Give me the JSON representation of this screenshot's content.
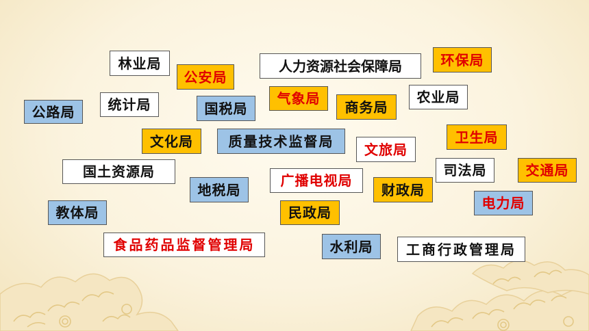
{
  "slide": {
    "labels": [
      "林业局",
      "公安局",
      "人力资源社会保障局",
      "环保局",
      "公路局",
      "统计局",
      "国税局",
      "气象局",
      "商务局",
      "农业局",
      "文化局",
      "质量技术监督局",
      "文旅局",
      "卫生局",
      "国土资源局",
      "广播电视局",
      "司法局",
      "交通局",
      "地税局",
      "财政局",
      "教体局",
      "民政局",
      "电力局",
      "食品药品监督管理局",
      "水利局",
      "工商行政管理局"
    ]
  },
  "colors": {
    "background": "#FBF3DE",
    "white_box": "#FFFFFF",
    "blue_box": "#9DC3E6",
    "orange_box": "#FFC000",
    "red_text": "#E00000",
    "cloud": "#F3E2B8"
  }
}
